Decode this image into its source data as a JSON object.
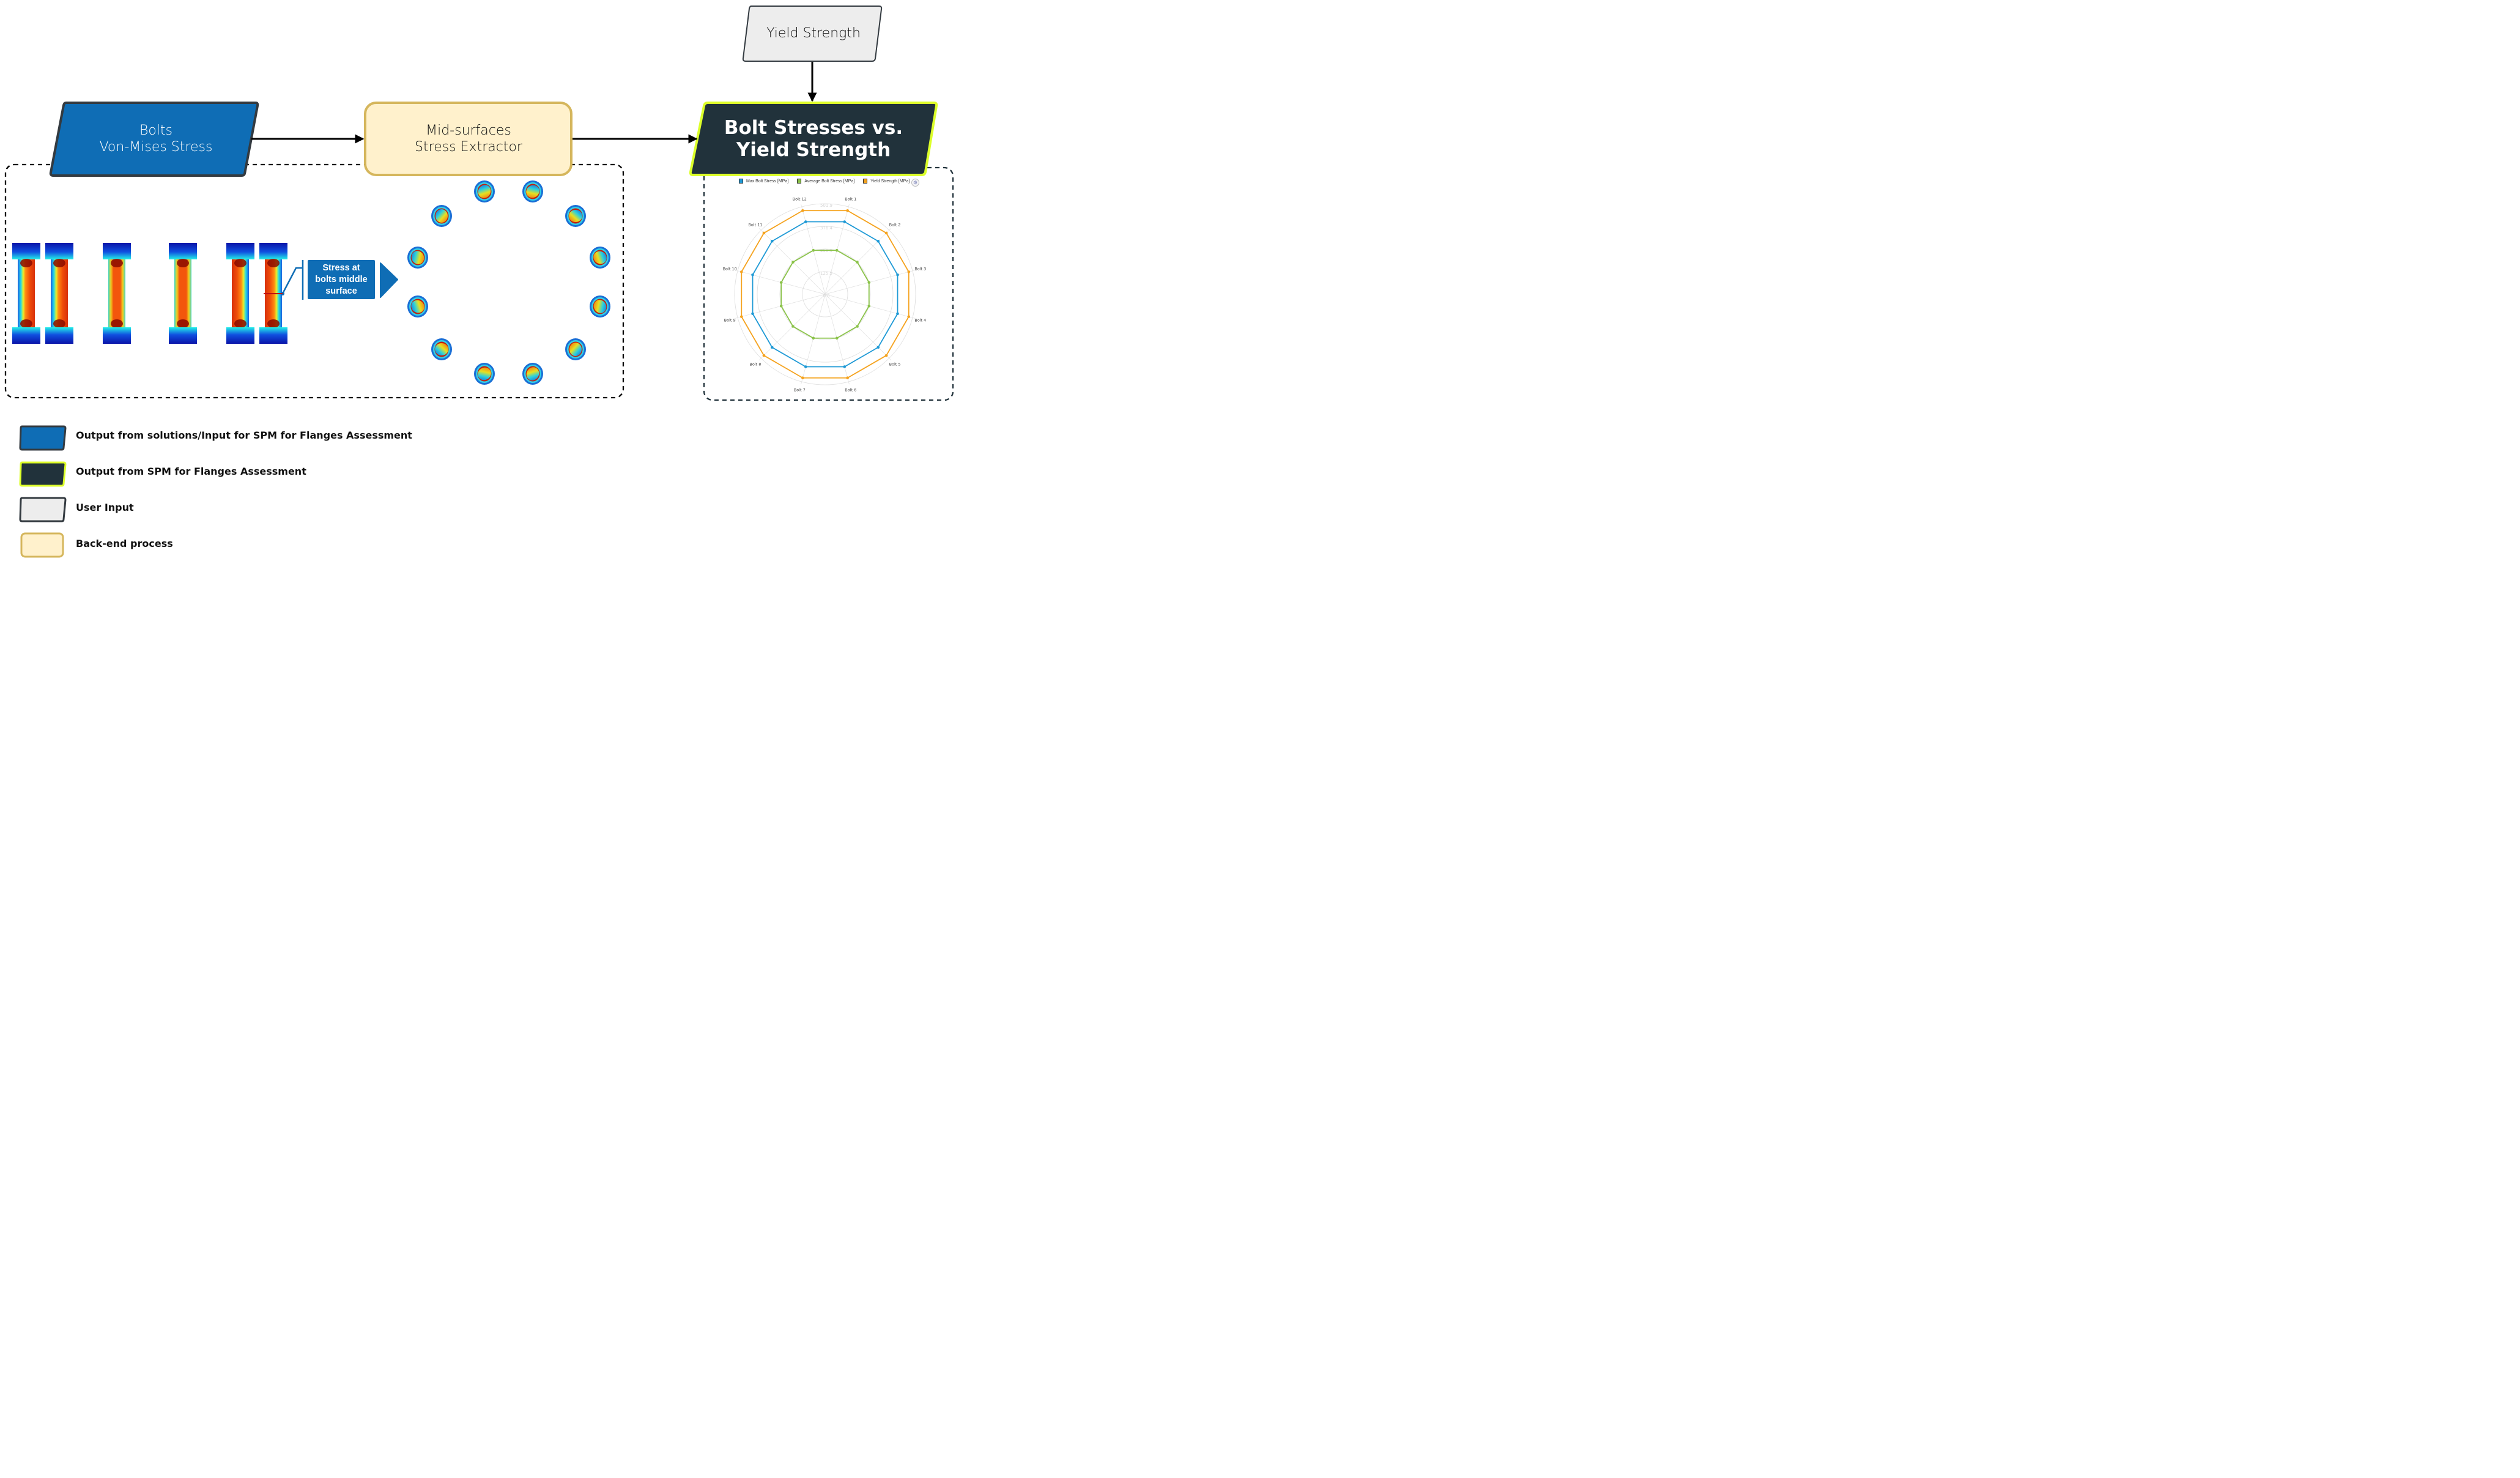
{
  "nodes": {
    "bolts_input": {
      "lines": [
        "Bolts",
        "Von-Mises Stress"
      ],
      "fill": "#0f6db5",
      "stroke": "#333a40"
    },
    "extractor": {
      "lines": [
        "Mid-surfaces",
        "Stress Extractor"
      ],
      "fill": "#fff1cc",
      "stroke": "#d5b65c"
    },
    "yield_input": {
      "lines": [
        "Yield Strength"
      ],
      "fill": "#ededed",
      "stroke": "#333a40"
    },
    "output": {
      "lines": [
        "Bolt Stresses vs.",
        "Yield Strength"
      ],
      "fill": "#21323b",
      "stroke": "#dcff2a"
    }
  },
  "callout": {
    "lines": [
      "Stress at",
      "bolts middle",
      "surface"
    ],
    "color": "#0f6db5"
  },
  "legend": [
    {
      "label": "Output from solutions/Input for SPM for Flanges Assessment",
      "fill": "#0f6db5",
      "stroke": "#333a40"
    },
    {
      "label": "Output from SPM for Flanges Assessment",
      "fill": "#21323b",
      "stroke": "#dcff2a"
    },
    {
      "label": "User Input",
      "fill": "#ededed",
      "stroke": "#333a40"
    },
    {
      "label": "Back-end process",
      "fill": "#fff1cc",
      "stroke": "#d5b65c"
    }
  ],
  "images": {
    "bolt_side_views": {
      "description": "FE von-Mises stress contour, bolt side views",
      "count": 6
    },
    "bolt_cross_sections": {
      "description": "Mid-surface stress contours of bolt cross-sections",
      "count": 12
    }
  },
  "chart_data": {
    "type": "radar",
    "title": "",
    "categories": [
      "Bolt 1",
      "Bolt 2",
      "Bolt 3",
      "Bolt 4",
      "Bolt 5",
      "Bolt 6",
      "Bolt 7",
      "Bolt 8",
      "Bolt 9",
      "Bolt 10",
      "Bolt 11",
      "Bolt 12"
    ],
    "series": [
      {
        "name": "Max Bolt Stress [MPa]",
        "color": "#1f9ad6",
        "values": [
          416,
          416,
          416,
          416,
          416,
          416,
          416,
          416,
          416,
          416,
          416,
          416
        ]
      },
      {
        "name": "Average Bolt Stress [MPa]",
        "color": "#8bc34a",
        "values": [
          252,
          252,
          252,
          252,
          252,
          252,
          252,
          252,
          252,
          252,
          252,
          252
        ]
      },
      {
        "name": "Yield Strength [MPa]",
        "color": "#f5a31f",
        "values": [
          480,
          480,
          480,
          480,
          480,
          480,
          480,
          480,
          480,
          480,
          480,
          480
        ]
      }
    ],
    "radial_ticks": [
      "0.0",
      "125.5",
      "250.9",
      "376.4",
      "501.9"
    ],
    "rlim": [
      0,
      501.9
    ],
    "grid": true,
    "legend_position": "top"
  }
}
